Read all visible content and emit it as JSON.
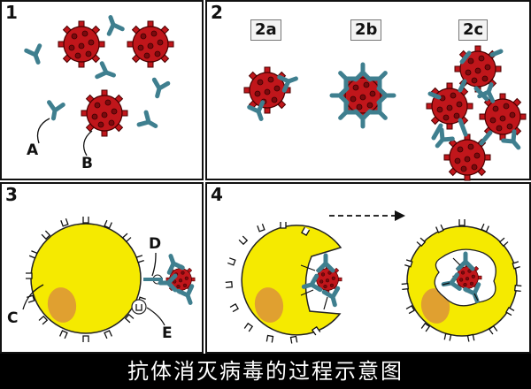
{
  "panels": {
    "p1": {
      "number": "1",
      "label_a": "A",
      "label_b": "B"
    },
    "p2": {
      "number": "2",
      "sub_a": "2a",
      "sub_b": "2b",
      "sub_c": "2c"
    },
    "p3": {
      "number": "3",
      "label_c": "C",
      "label_d": "D",
      "label_e": "E"
    },
    "p4": {
      "number": "4"
    }
  },
  "caption": "抗体消灭病毒的过程示意图",
  "colors": {
    "virus": "#c0161b",
    "antibody": "#3f7f8f",
    "cell": "#f5ea00",
    "nucleus": "#e0a030"
  }
}
